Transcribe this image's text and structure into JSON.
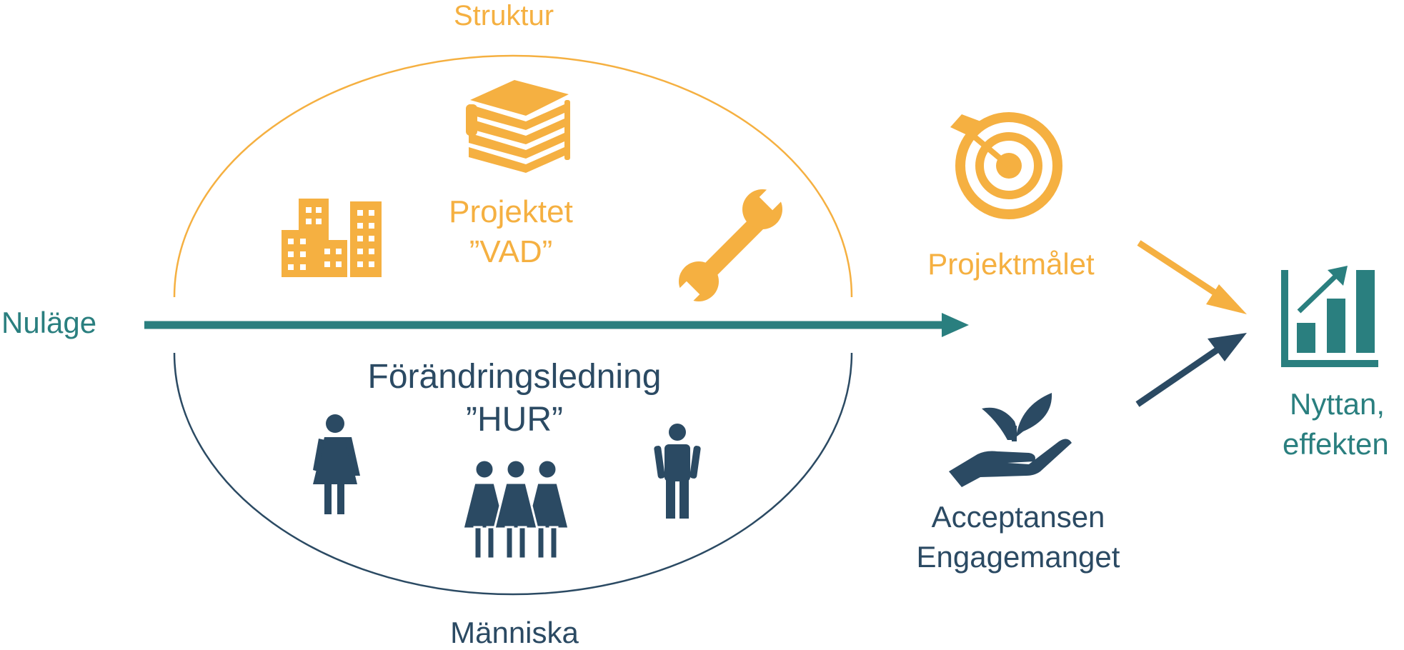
{
  "colors": {
    "orange": "#F5B041",
    "teal": "#2A7F7F",
    "navy": "#2B4A63"
  },
  "labels": {
    "top": "Struktur",
    "bottom": "Människa",
    "left": "Nuläge",
    "project_line1": "Projektet",
    "project_line2": "”VAD”",
    "change_line1": "Förändringsledning",
    "change_line2": "”HUR”",
    "goal": "Projektmålet",
    "accept_line1": "Acceptansen",
    "accept_line2": "Engagemanget",
    "benefit_line1": "Nyttan,",
    "benefit_line2": "effekten"
  },
  "icons": {
    "books": "books-icon",
    "buildings": "buildings-icon",
    "wrench": "wrench-icon",
    "target": "target-icon",
    "woman": "woman-icon",
    "group": "group-of-women-icon",
    "man": "man-icon",
    "plant": "plant-in-hand-icon",
    "chart": "growth-chart-icon"
  }
}
